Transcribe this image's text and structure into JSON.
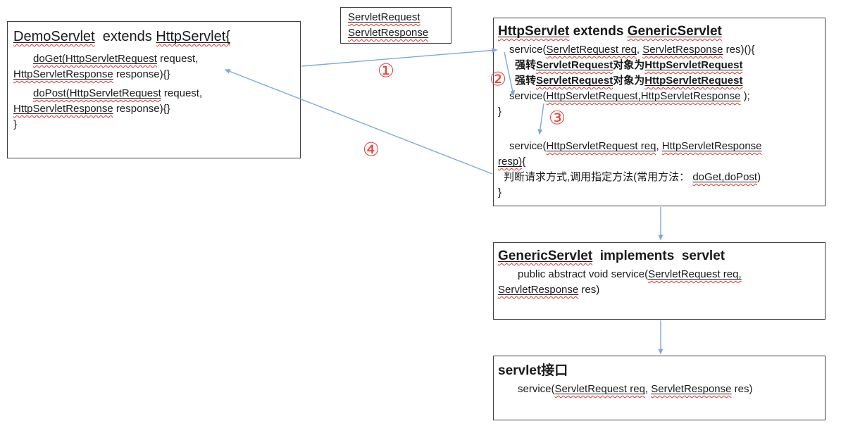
{
  "colors": {
    "background": "#ffffff",
    "box_border": "#3f3f3f",
    "text": "#1a1a1a",
    "arrow_blue": "#7ea9dc",
    "step_red": "#e8443c",
    "squiggle_red": "#e0342b"
  },
  "steps": {
    "s1": "①",
    "s2": "②",
    "s3": "③",
    "s4": "④"
  },
  "boxes": {
    "demo": {
      "lines": [
        {
          "cls": "t1",
          "seg": [
            {
              "t": "DemoServlet",
              "s": "u sq"
            },
            {
              "t": "  extends ",
              "s": ""
            },
            {
              "t": "HttpServlet{",
              "s": "u sq"
            }
          ]
        },
        {
          "cls": "ind1",
          "seg": [
            {
              "t": "doGet(HttpServletRequest",
              "s": "u sq"
            },
            {
              "t": " request,",
              "s": ""
            }
          ]
        },
        {
          "cls": "",
          "seg": [
            {
              "t": "HttpServletResponse",
              "s": "u sq"
            },
            {
              "t": " response){}",
              "s": ""
            }
          ]
        },
        {
          "cls": "ind1 mt",
          "seg": [
            {
              "t": "doPost(HttpServletRequest",
              "s": "u sq"
            },
            {
              "t": " request,",
              "s": ""
            }
          ]
        },
        {
          "cls": "",
          "seg": [
            {
              "t": "HttpServletResponse",
              "s": "u sq"
            },
            {
              "t": " response){}",
              "s": ""
            }
          ]
        },
        {
          "cls": "",
          "seg": [
            {
              "t": "}",
              "s": ""
            }
          ]
        }
      ]
    },
    "params": {
      "lines": [
        {
          "cls": "",
          "seg": [
            {
              "t": "ServletRequest",
              "s": "u sq"
            }
          ]
        },
        {
          "cls": "",
          "seg": [
            {
              "t": "ServletResponse",
              "s": "u sq"
            }
          ]
        }
      ]
    },
    "http": {
      "lines": [
        {
          "cls": "t2",
          "seg": [
            {
              "t": "HttpServlet",
              "s": "u sq"
            },
            {
              "t": " extends ",
              "s": ""
            },
            {
              "t": "GenericServlet",
              "s": "u sq"
            }
          ]
        },
        {
          "cls": "ind2",
          "seg": [
            {
              "t": "service(",
              "s": ""
            },
            {
              "t": "ServletRequest req",
              "s": "u sq"
            },
            {
              "t": ", ",
              "s": ""
            },
            {
              "t": "ServletResponse",
              "s": "u sq"
            },
            {
              "t": " res)(){",
              "s": ""
            }
          ]
        },
        {
          "cls": "ind3",
          "seg": [
            {
              "t": "强转",
              "s": "b"
            },
            {
              "t": "ServletRequest",
              "s": "b u sq"
            },
            {
              "t": "对象为",
              "s": "b"
            },
            {
              "t": "HttpServletRequest",
              "s": "b u sq"
            }
          ]
        },
        {
          "cls": "ind3",
          "seg": [
            {
              "t": "强转",
              "s": "b"
            },
            {
              "t": "ServletRequest",
              "s": "b u sq"
            },
            {
              "t": "对象为",
              "s": "b"
            },
            {
              "t": "HttpServletRequest",
              "s": "b u sq"
            }
          ]
        },
        {
          "cls": "ind2",
          "seg": [
            {
              "t": "service(",
              "s": ""
            },
            {
              "t": "HttpServletRequest,HttpServletResponse",
              "s": "u sq"
            },
            {
              "t": " );",
              "s": ""
            }
          ]
        },
        {
          "cls": "",
          "seg": [
            {
              "t": "}",
              "s": ""
            }
          ]
        },
        {
          "cls": "ind2 gap",
          "seg": [
            {
              "t": "service(",
              "s": ""
            },
            {
              "t": "HttpServletRequest req",
              "s": "u sq"
            },
            {
              "t": ", ",
              "s": ""
            },
            {
              "t": "HttpServletResponse",
              "s": "u sq"
            }
          ]
        },
        {
          "cls": "",
          "seg": [
            {
              "t": "resp)",
              "s": "u sq"
            },
            {
              "t": "{",
              "s": ""
            }
          ]
        },
        {
          "cls": "ind4",
          "seg": [
            {
              "t": "判断请求方式,调用指定方法(常用方法： ",
              "s": ""
            },
            {
              "t": "doGet,doPost",
              "s": "u sq"
            },
            {
              "t": ")",
              "s": ""
            }
          ]
        },
        {
          "cls": "",
          "seg": [
            {
              "t": "}",
              "s": ""
            }
          ]
        }
      ]
    },
    "generic": {
      "lines": [
        {
          "cls": "t2",
          "seg": [
            {
              "t": "GenericServlet",
              "s": "u sq"
            },
            {
              "t": "  implements  servlet",
              "s": ""
            }
          ]
        },
        {
          "cls": "ind1",
          "seg": [
            {
              "t": "public abstract void service(",
              "s": ""
            },
            {
              "t": "ServletRequest req,",
              "s": "u sq"
            }
          ]
        },
        {
          "cls": "",
          "seg": [
            {
              "t": "ServletResponse",
              "s": "u sq"
            },
            {
              "t": " res)",
              "s": ""
            }
          ]
        }
      ]
    },
    "servlet": {
      "lines": [
        {
          "cls": "t2",
          "seg": [
            {
              "t": "servlet接口",
              "s": ""
            }
          ]
        },
        {
          "cls": "ind1",
          "seg": [
            {
              "t": "service(",
              "s": ""
            },
            {
              "t": "ServletRequest req",
              "s": "u sq"
            },
            {
              "t": ", ",
              "s": ""
            },
            {
              "t": "ServletResponse",
              "s": "u sq"
            },
            {
              "t": " res)",
              "s": ""
            }
          ]
        }
      ]
    }
  }
}
